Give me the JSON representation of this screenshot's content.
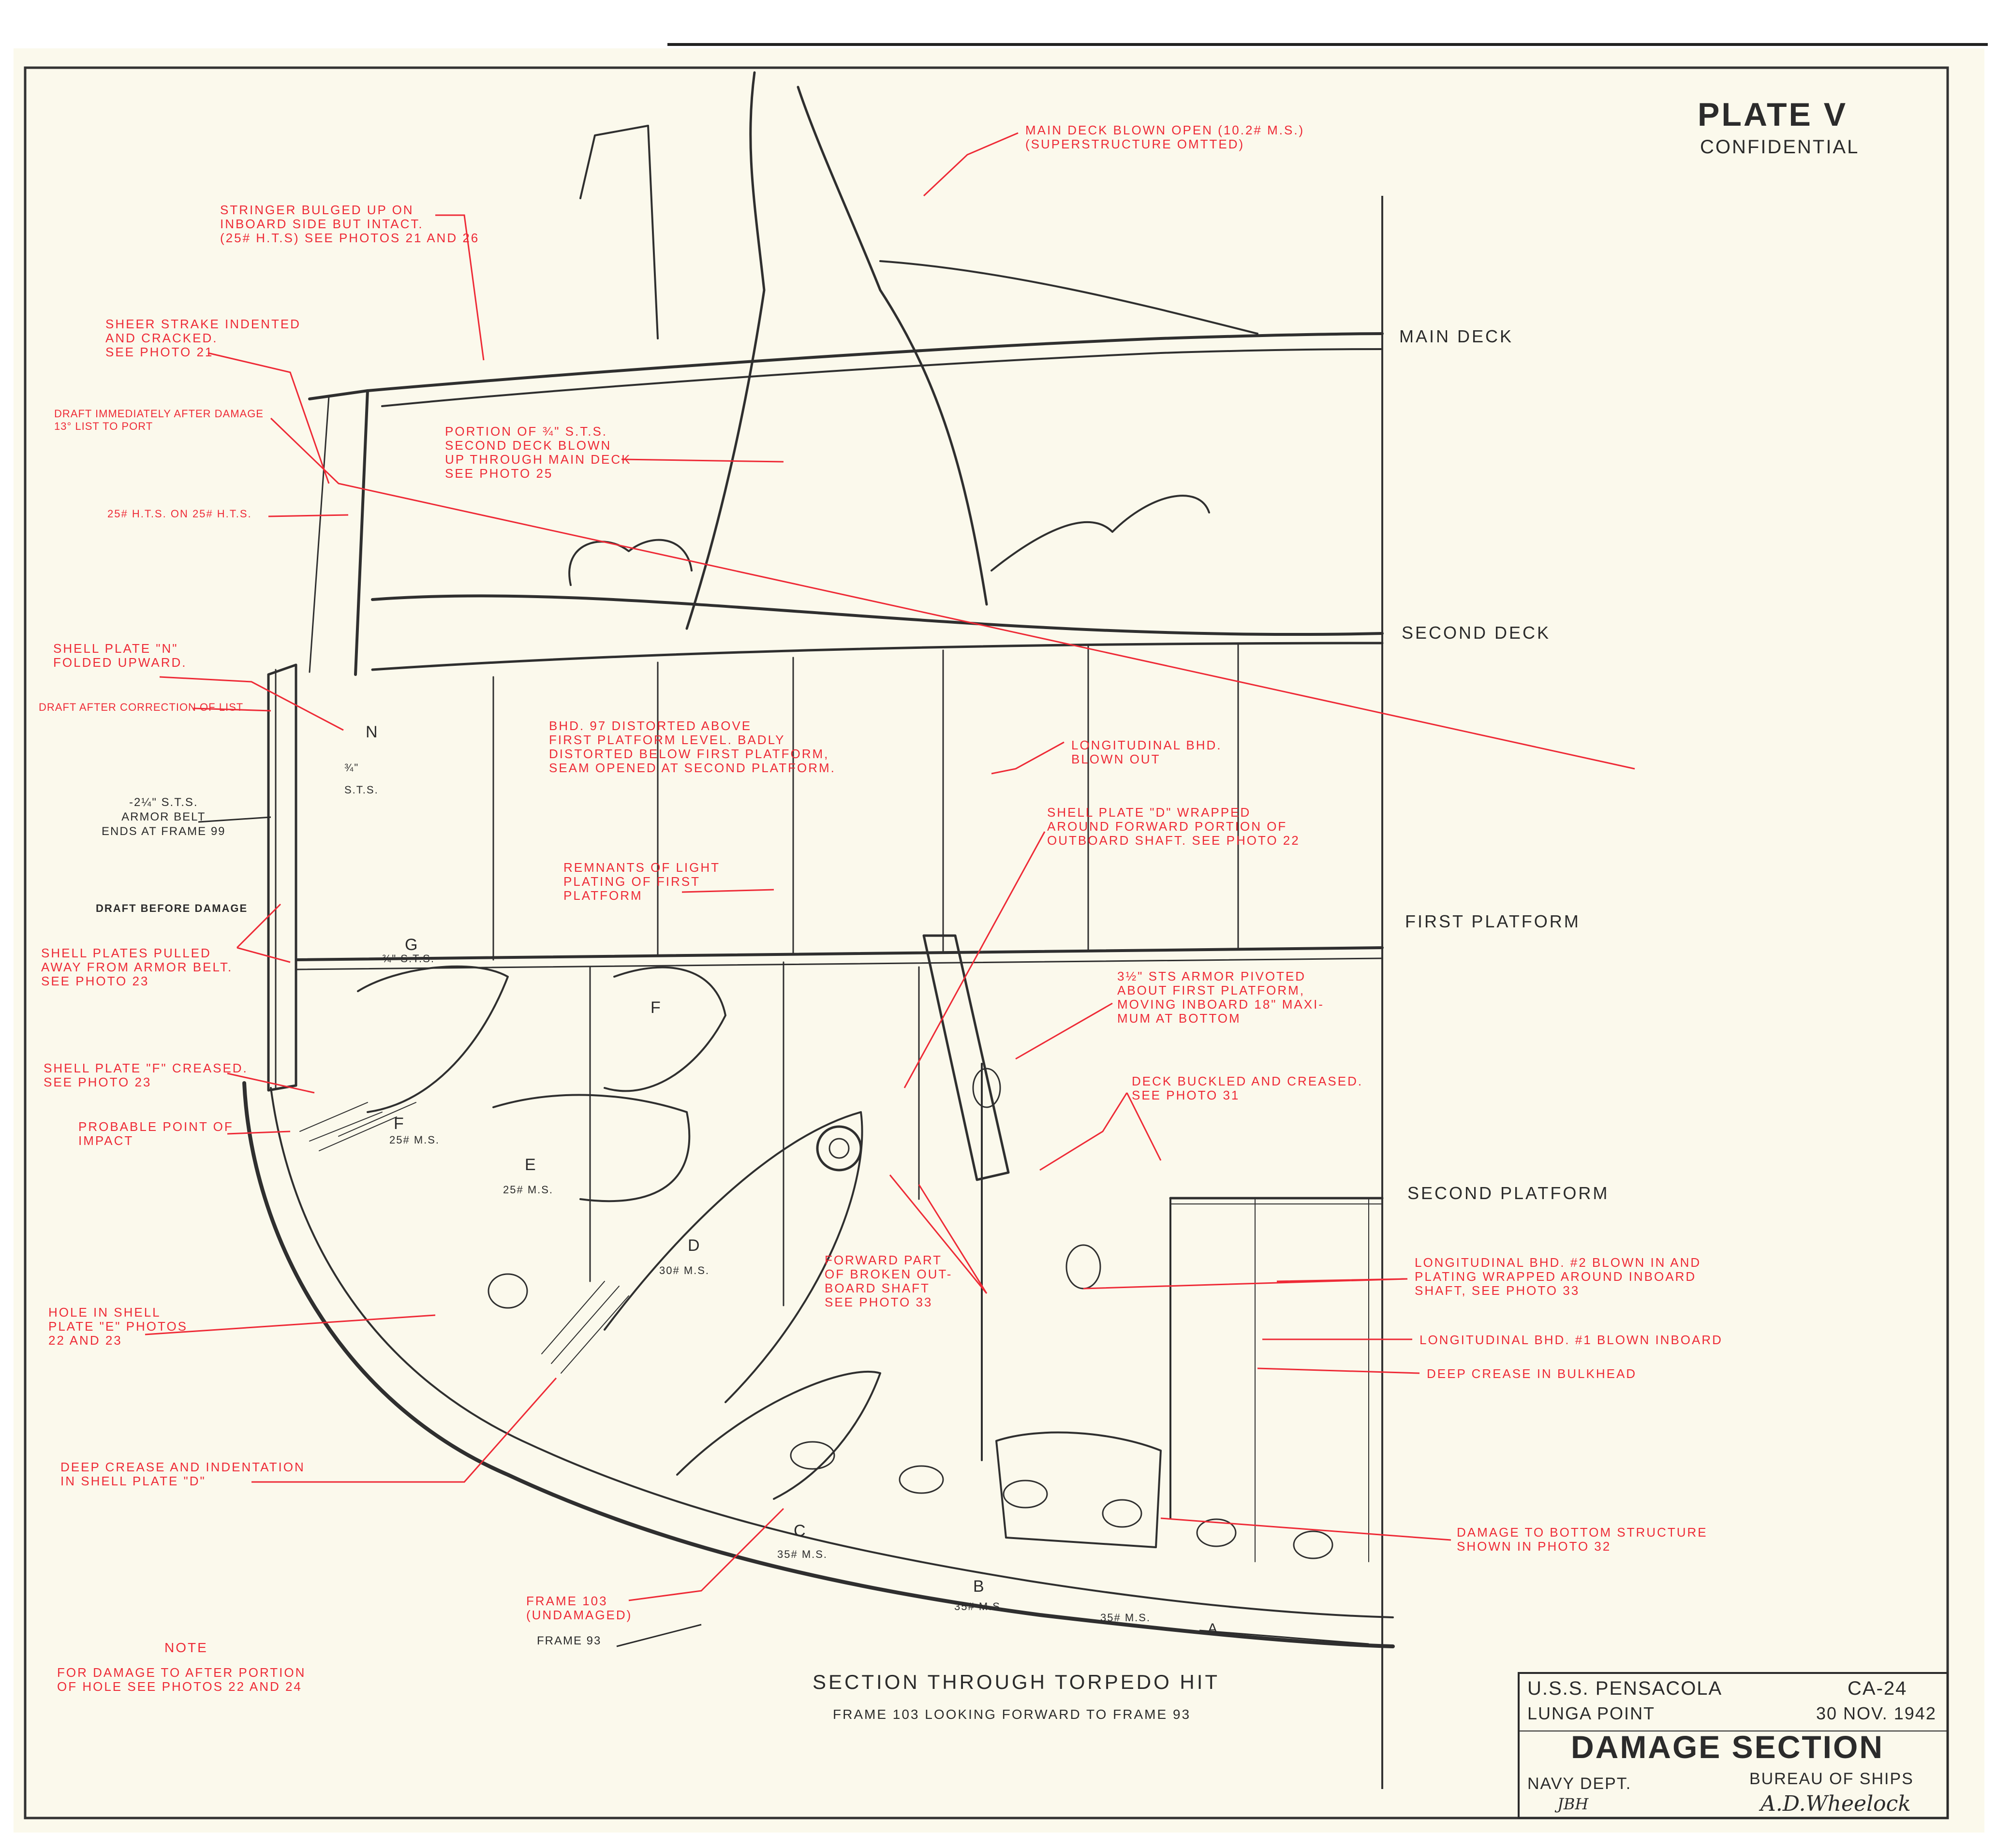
{
  "plate": {
    "title": "PLATE V",
    "classification": "CONFIDENTIAL"
  },
  "decks": {
    "main_deck": "MAIN DECK",
    "second_deck": "SECOND DECK",
    "first_platform": "FIRST PLATFORM",
    "second_platform": "SECOND PLATFORM"
  },
  "annotations": {
    "main_deck_blown": "MAIN DECK BLOWN OPEN (10.2# M.S.)\n(SUPERSTRUCTURE OMTTED)",
    "stringer": "STRINGER BULGED UP ON\nINBOARD SIDE BUT INTACT.\n(25# H.T.S) SEE PHOTOS 21 AND 26",
    "sheer_strake": "SHEER STRAKE INDENTED\nAND CRACKED.\nSEE PHOTO 21",
    "draft_after_damage": "DRAFT IMMEDIATELY AFTER DAMAGE\n13° LIST TO PORT",
    "hts": "25# H.T.S. ON 25# H.T.S.",
    "portion_sts": "PORTION OF ¾\" S.T.S.\nSECOND DECK BLOWN\nUP THROUGH MAIN DECK\nSEE PHOTO 25",
    "shell_n": "SHELL PLATE \"N\"\nFOLDED UPWARD.",
    "draft_correction": "DRAFT AFTER CORRECTION OF LIST",
    "bhd97": "BHD. 97 DISTORTED ABOVE\nFIRST PLATFORM LEVEL. BADLY\nDISTORTED BELOW FIRST PLATFORM,\nSEAM OPENED AT SECOND PLATFORM.",
    "long_bhd_out": "LONGITUDINAL BHD.\nBLOWN OUT",
    "shell_d": "SHELL PLATE \"D\" WRAPPED\nAROUND FORWARD PORTION OF\nOUTBOARD SHAFT. SEE PHOTO 22",
    "remnants": "REMNANTS OF LIGHT\nPLATING OF FIRST\nPLATFORM",
    "shell_pulled": "SHELL PLATES PULLED\nAWAY FROM ARMOR BELT.\nSEE PHOTO 23",
    "armor_pivoted": "3½\" STS ARMOR PIVOTED\nABOUT FIRST PLATFORM,\nMOVING INBOARD 18\" MAXI-\nMUM AT BOTTOM",
    "shell_f": "SHELL PLATE \"F\" CREASED.\nSEE PHOTO 23",
    "deck_buckled": "DECK BUCKLED AND CREASED.\nSEE PHOTO 31",
    "impact": "PROBABLE POINT OF\nIMPACT",
    "forward_shaft": "FORWARD PART\nOF BROKEN OUT-\nBOARD SHAFT\nSEE PHOTO 33",
    "long_bhd2": "LONGITUDINAL BHD. #2 BLOWN IN AND\nPLATING WRAPPED AROUND INBOARD\nSHAFT, SEE PHOTO 33",
    "long_bhd1": "LONGITUDINAL BHD. #1 BLOWN INBOARD",
    "deep_crease_bhd": "DEEP CREASE IN BULKHEAD",
    "hole_e": "HOLE IN SHELL\nPLATE \"E\" PHOTOS\n22 AND 23",
    "deep_crease_d": "DEEP CREASE AND INDENTATION\nIN SHELL PLATE \"D\"",
    "bottom_damage": "DAMAGE TO BOTTOM STRUCTURE\nSHOWN IN PHOTO 32",
    "frame103": "FRAME 103\n(UNDAMAGED)"
  },
  "labels": {
    "armor_belt": "-2¼\" S.T.S.\nARMOR BELT\nENDS AT FRAME 99",
    "draft_before": "DRAFT BEFORE DAMAGE",
    "frame93": "FRAME 93",
    "note_title": "NOTE",
    "note_body": "FOR DAMAGE TO AFTER PORTION\nOF HOLE SEE PHOTOS 22 AND 24"
  },
  "plates": {
    "n": "N",
    "g": "G",
    "f_upper": "F",
    "f_lower": "F",
    "e": "E",
    "d": "D",
    "c": "C",
    "b": "B",
    "a": "A",
    "ms25_f": "25# M.S.",
    "ms25_e": "25# M.S.",
    "ms30_d": "30# M.S.",
    "ms35_c": "35# M.S.",
    "ms35_b": "35# M.S.",
    "ms35_a": "35# M.S.",
    "sts34_n": "¾\"\nS.T.S.",
    "sts34_g": "¾\" S.T.S."
  },
  "caption": {
    "title": "SECTION THROUGH TORPEDO HIT",
    "subtitle": "FRAME 103 LOOKING FORWARD TO FRAME 93"
  },
  "title_block": {
    "ship": "U.S.S. PENSACOLA",
    "hull_no": "CA-24",
    "location": "LUNGA POINT",
    "date": "30 NOV. 1942",
    "drawing_title": "DAMAGE SECTION",
    "dept": "NAVY DEPT.",
    "bureau": "BUREAU OF SHIPS",
    "initials": "JBH",
    "signature": "A.D.Wheelock"
  },
  "colors": {
    "paper": "#fbf9ec",
    "ink": "#2b2b2b",
    "annotation_red": "#ee2a36"
  }
}
